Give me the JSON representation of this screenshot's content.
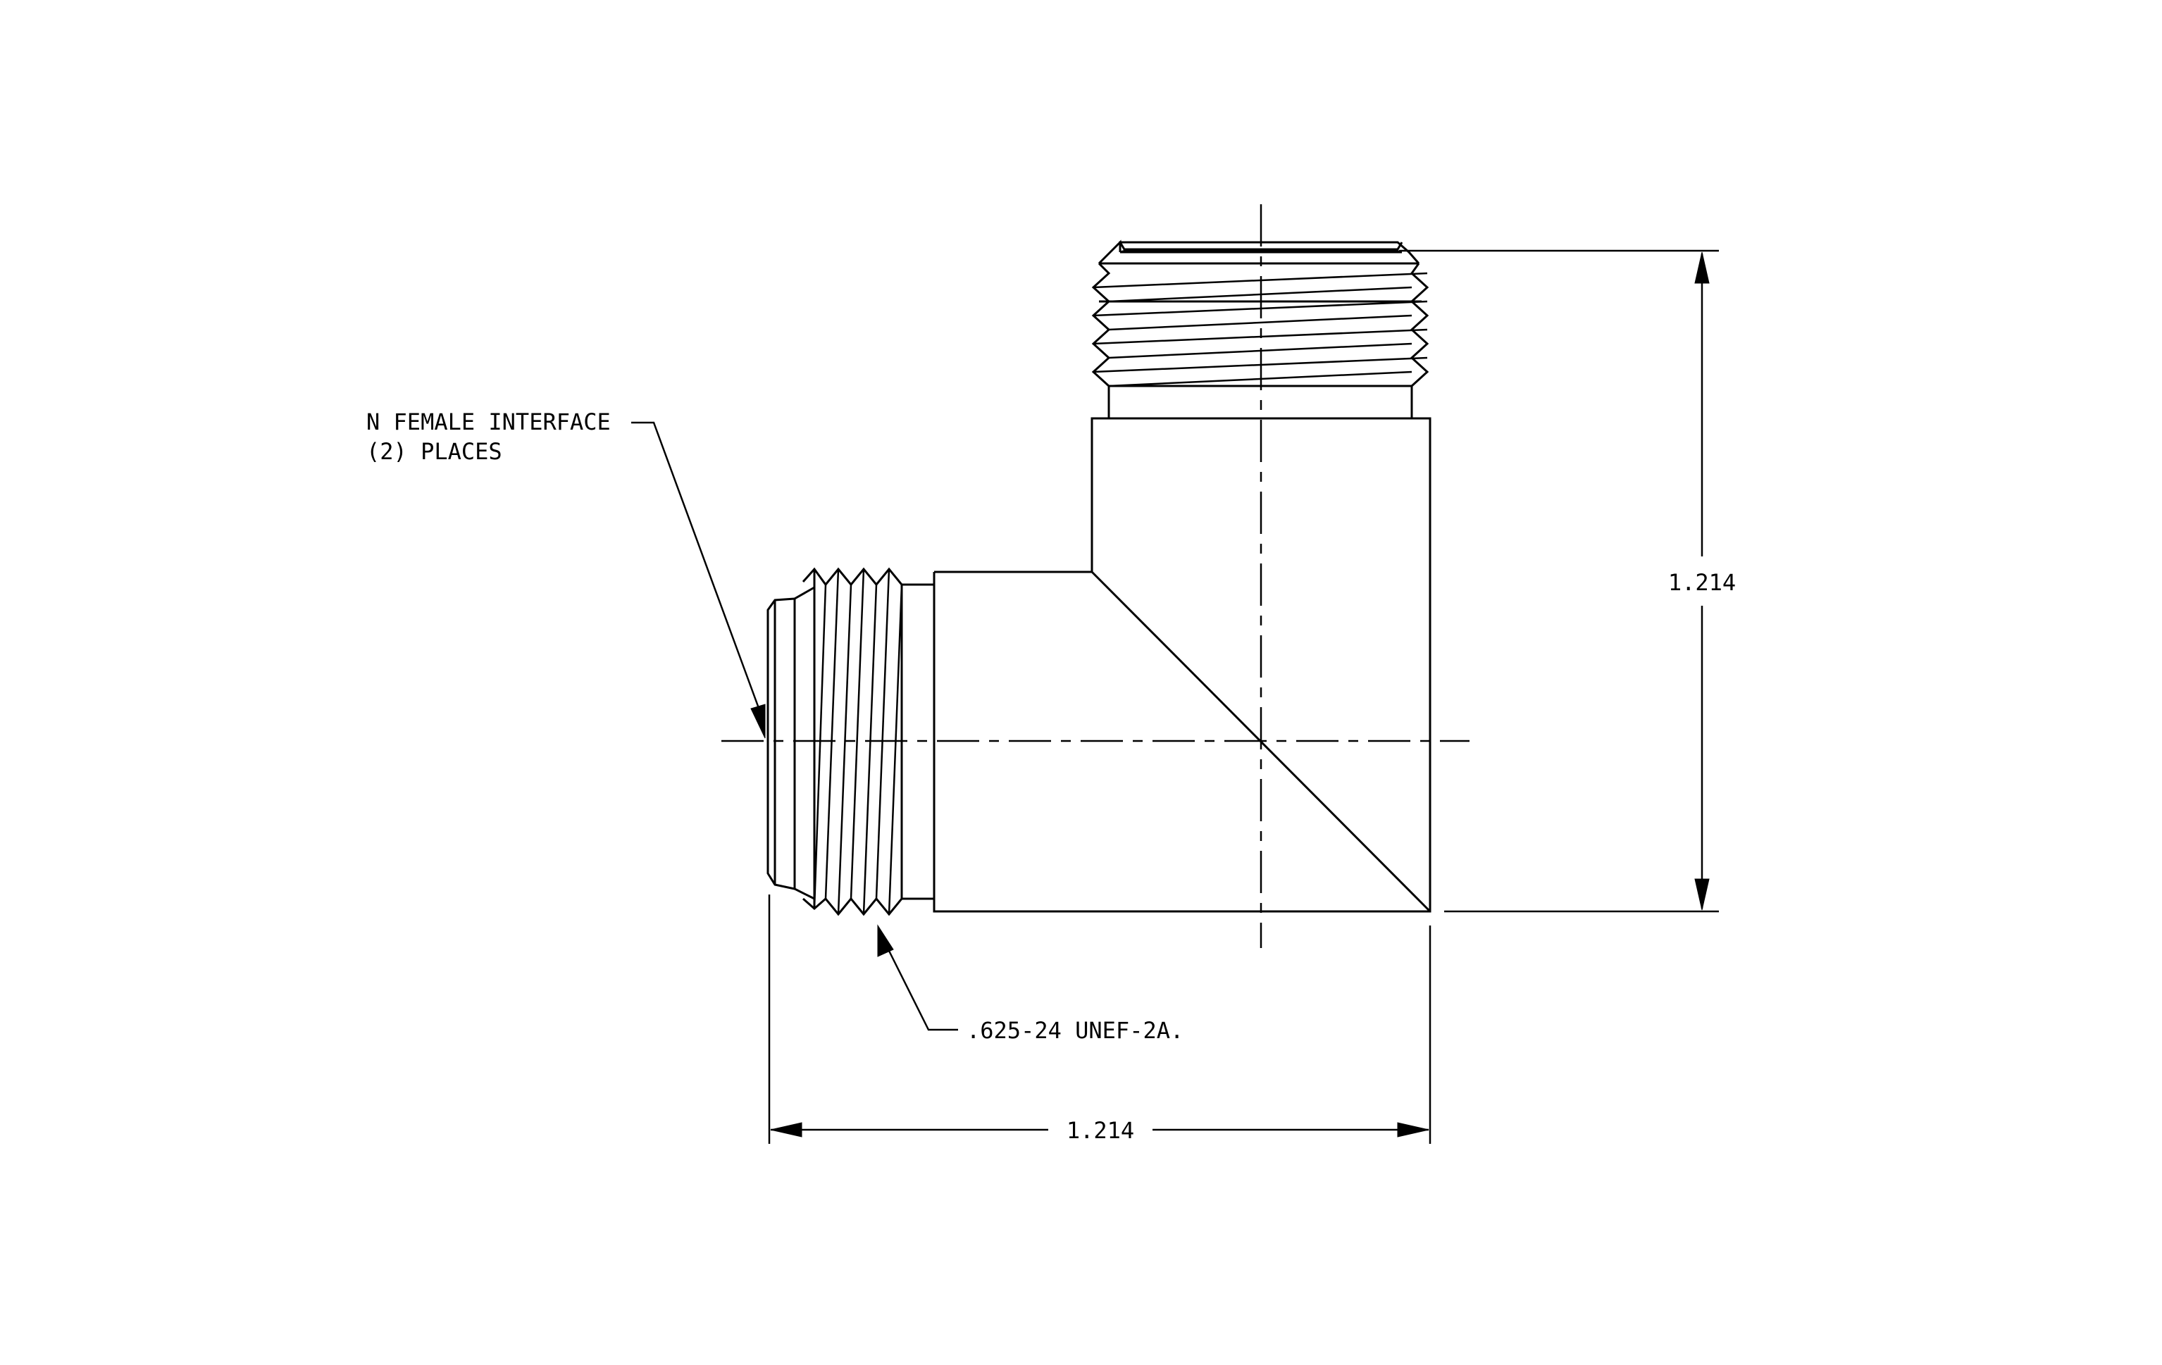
{
  "callouts": {
    "interface_line1": "N FEMALE INTERFACE",
    "interface_line2": "(2)  PLACES",
    "thread_spec": ".625-24 UNEF-2A."
  },
  "dimensions": {
    "vertical": "1.214",
    "horizontal": "1.214"
  }
}
